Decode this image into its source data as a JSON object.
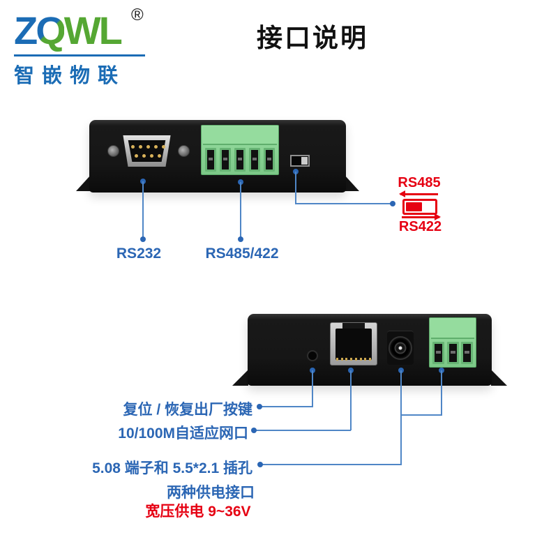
{
  "logo": {
    "letter_z": "Z",
    "letter_q": "Q",
    "letters_wl": "WL",
    "registered": "®",
    "chinese": "智嵌物联"
  },
  "title": "接口说明",
  "front_panel": {
    "db9_label": "RS232",
    "terminal_label": "RS485/422",
    "mode_switch": {
      "up_label": "RS485",
      "down_label": "RS422"
    }
  },
  "rear_panel": {
    "reset_label": "复位 / 恢复出厂按键",
    "ethernet_label": "10/100M自适应网口",
    "power_label": "5.08 端子和 5.5*2.1 插孔",
    "power_note": "两种供电接口",
    "power_voltage": "宽压供电 9~36V"
  },
  "colors": {
    "brand-blue": "#1b6cb5",
    "brand-green": "#55a733",
    "label-blue": "#2b66b4",
    "line-blue": "#4f86c6",
    "accent-red": "#e60012",
    "title-black": "#111111",
    "terminal-green": "#8ad494"
  }
}
